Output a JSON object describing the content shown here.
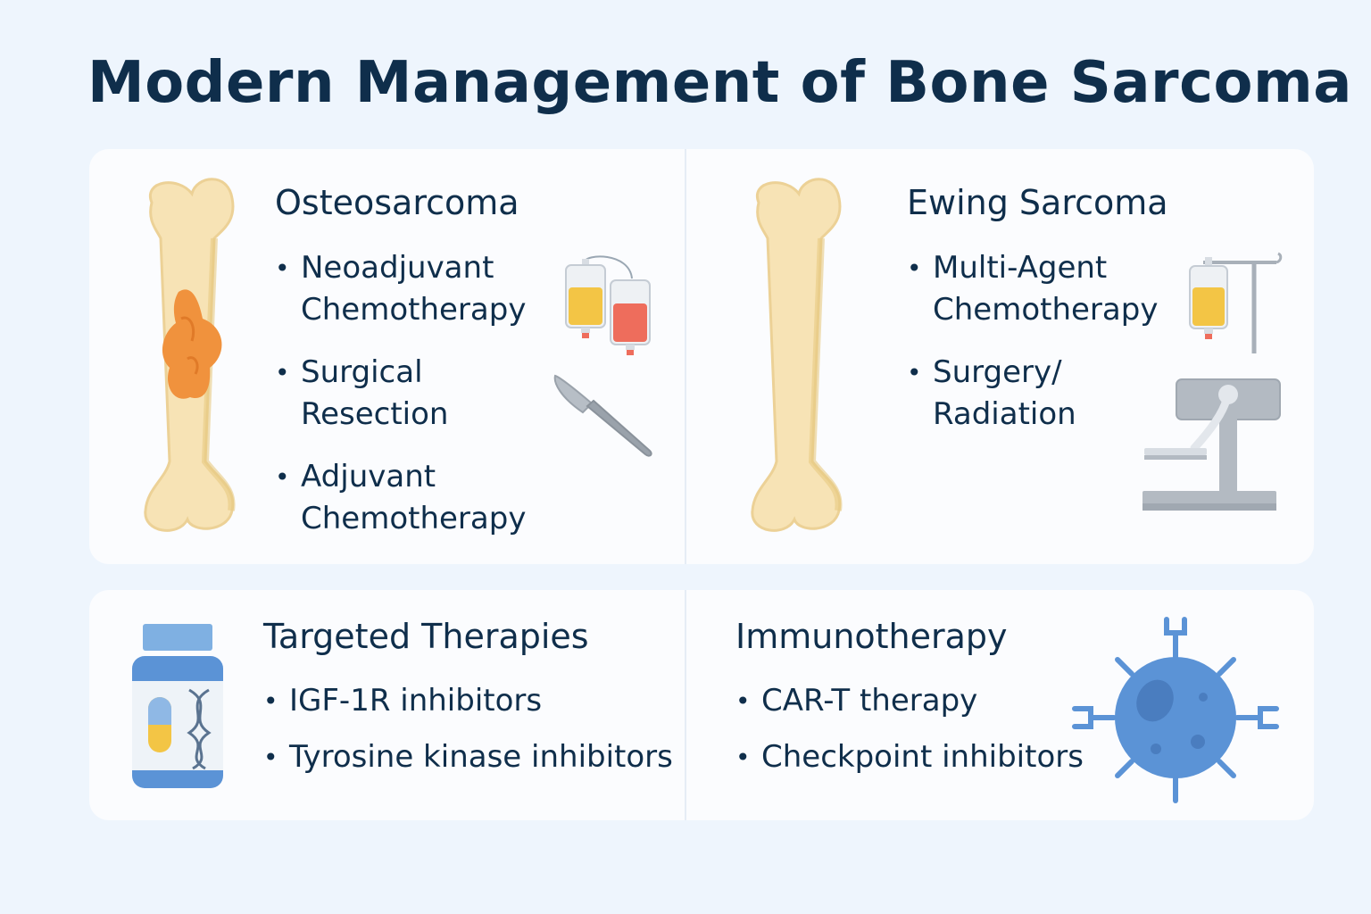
{
  "title": "Modern Management of Bone Sarcoma",
  "osteosarcoma": {
    "heading": "Osteosarcoma",
    "items": [
      "Neoadjuvant\nChemotherapy",
      "Surgical\nResection",
      "Adjuvant\nChemotherapy"
    ]
  },
  "ewing": {
    "heading": "Ewing Sarcoma",
    "items": [
      "Multi-Agent\nChemotherapy",
      "Surgery/\nRadiation"
    ]
  },
  "targeted": {
    "heading": "Targeted Therapies",
    "items": [
      "IGF-1R inhibitors",
      "Tyrosine kinase inhibitors"
    ]
  },
  "immuno": {
    "heading": "Immunotherapy",
    "items": [
      "CAR-T therapy",
      "Checkpoint inhibitors"
    ]
  },
  "icons": {
    "bone_with_tumor": "bone-tumor-icon",
    "chemo_bags": "iv-bags-icon",
    "scalpel": "scalpel-icon",
    "bone": "bone-icon",
    "iv_stand": "iv-stand-icon",
    "radiation_machine": "radiation-machine-icon",
    "pill_bottle": "pill-bottle-icon",
    "immune_cell": "immune-cell-icon"
  },
  "colors": {
    "background": "#eef5fd",
    "text": "#0f2e4b",
    "bone": "#f7e3b5",
    "tumor": "#f0923d",
    "accent_blue": "#5b93d6",
    "yellow_fluid": "#f3c545",
    "red_fluid": "#ee6d5c"
  }
}
